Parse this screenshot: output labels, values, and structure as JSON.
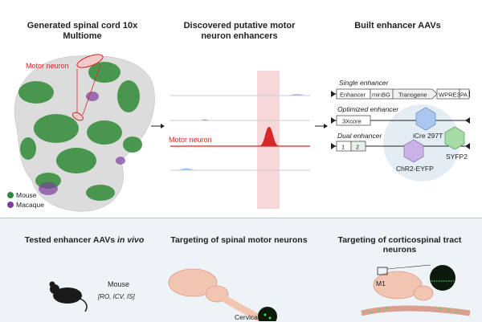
{
  "top": {
    "panel1_title": "Generated spinal cord 10x Multiome",
    "panel2_title": "Discovered putative motor neuron enhancers",
    "panel3_title": "Built enhancer AAVs",
    "umap_motor_label": "Motor neuron",
    "legend": [
      {
        "label": "Mouse",
        "color": "#2e8b3e"
      },
      {
        "label": "Macaque",
        "color": "#7b3f9e"
      }
    ],
    "track_label": "Motor neuron",
    "single_title": "Single enhancer",
    "single_parts": [
      "Enhancer",
      "minBG",
      "Transgene",
      "WPRE3",
      "PA"
    ],
    "optimized_title": "Optimized enhancer",
    "optimized_part": "3Xcore",
    "dual_title": "Dual enhancer",
    "dual_parts": [
      "1",
      "2"
    ],
    "cargo": [
      "iCre 297T",
      "ChR2-EYFP",
      "SYFP2"
    ]
  },
  "bottom": {
    "panel1_title": "Tested enhancer AAVs in vivo",
    "panel2_title": "Targeting of spinal motor neurons",
    "panel3_title": "Targeting of corticospinal tract neurons",
    "species": "Mouse",
    "routes": "[RO, ICV, IS]",
    "cervical": "Cervical",
    "m1": "M1"
  },
  "colors": {
    "mouse": "#2e8b3e",
    "macaque": "#7b3f9e",
    "motor": "#d62828",
    "highlight": "#f7d7da",
    "icre": "#a9c7ef",
    "chr2": "#c9b2e6",
    "syfp2": "#a6dca8",
    "bottom_bg": "#eef3f7"
  }
}
